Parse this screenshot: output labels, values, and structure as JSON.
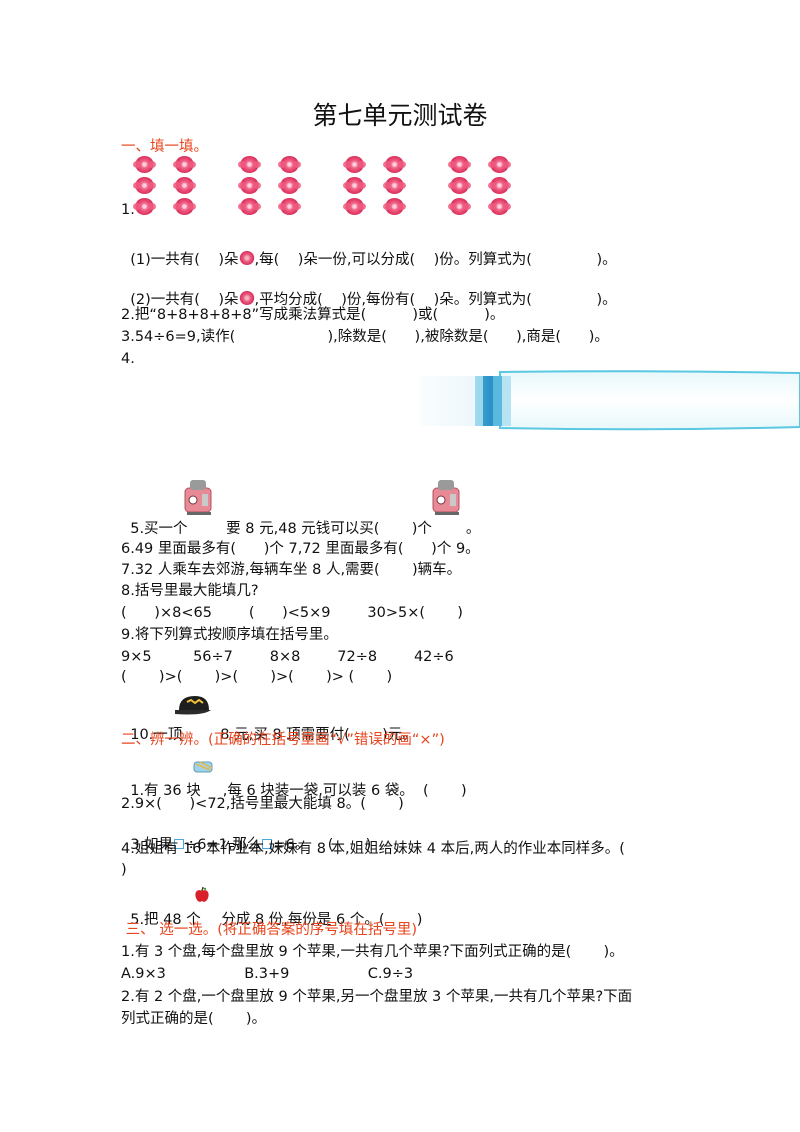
{
  "title": "第七单元测试卷",
  "section1": {
    "heading": "一、填一填。",
    "q1_label": "1.",
    "q1_1": [
      "(1)一共有(",
      "    ",
      ")朵",
      ",每(",
      "    ",
      ")朵一份,可以分成(",
      "    ",
      ")份。列算式为(",
      "              ",
      ")。"
    ],
    "q1_2": [
      "(2)一共有(",
      "    ",
      ")朵",
      ",平均分成(",
      "    ",
      ")份,每份有(",
      "    ",
      ")朵。列算式为(",
      "              ",
      ")。"
    ],
    "q2": "2.把“8+8+8+8+8”写成乘法算式是(          )或(          )。",
    "q3": "3.54÷6=9,读作(                    ),除数是(      ),被除数是(      ),商是(      )。",
    "q4": "4.",
    "q5_a": "5.买一个",
    "q5_b": " 要 8 元,48 元钱可以买(       )个",
    "q5_c": "。",
    "q6": "6.49 里面最多有(      )个 7,72 里面最多有(      )个 9。",
    "q7": "7.32 人乘车去郊游,每辆车坐 8 人,需要(       )辆车。",
    "q8": "8.括号里最大能填几?",
    "q8_row": "(      )×8<65        (      )<5×9        30>5×(       )",
    "q9": "9.将下列算式按顺序填在括号里。",
    "q9_row": "9×5         56÷7        8×8        72÷8        42÷6",
    "q9_blanks": "(       )>(       )>(       )>(       )> (       )",
    "q10_a": "10.一顶",
    "q10_b": "8 元,买 8 顶需要付(       )元。"
  },
  "section2": {
    "heading": "二、辨一辨。(正确的在括号里画“√”错误的画“×”)",
    "q1_a": "1.有 36 块",
    "q1_b": ",每 6 块装一袋,可以装 6 袋。  (       )",
    "q2": "2.9×(      )<72,括号里最大能填 8。(       )",
    "q3_a": "3.如果",
    "q3_b": "÷6=1,那么",
    "q3_c": "=6。    (       )",
    "q4_line1": "4.姐姐有 16 本作业本,妹妹有 8 本,姐姐给妹妹 4 本后,两人的作业本同样多。(",
    "q4_line2": ")",
    "q5_a": "5.把 48 个",
    "q5_b": " 分成 8 份,每份是 6 个。(       )"
  },
  "section3": {
    "heading": " 三、 选一选。(将正确答案的序号填在括号里)",
    "q1": "1.有 3 个盘,每个盘里放 9 个苹果,一共有几个苹果?下面列式正确的是(       )。",
    "q1_options": "A.9×3                 B.3+9                 C.9÷3",
    "q2_line1": "2.有 2 个盘,一个盘里放 9 个苹果,另一个盘里放 3 个苹果,一共有几个苹果?下面",
    "q2_line2": "列式正确的是(       )。"
  },
  "colors": {
    "section_heading": "#e8451e",
    "flower": "#e8476f"
  }
}
